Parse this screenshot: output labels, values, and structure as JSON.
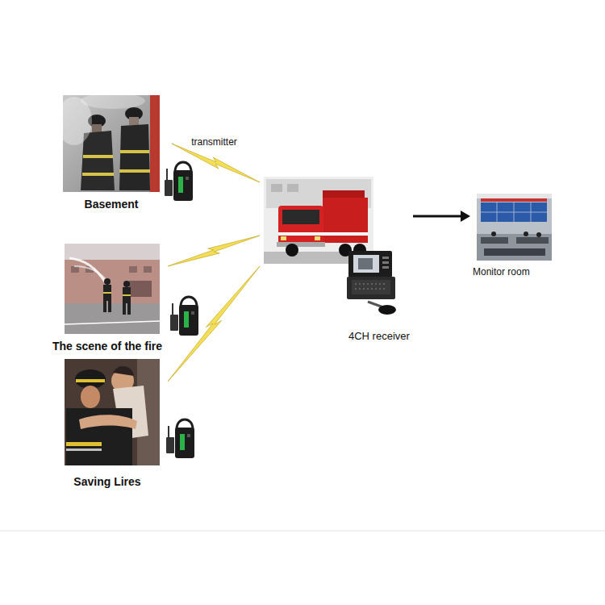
{
  "diagram": {
    "nodes": [
      {
        "text": [
          "Basement"
        ]
      },
      {
        "text": [
          "The scene of the fire"
        ]
      },
      {
        "text": [
          "Saving Lires"
        ]
      },
      {
        "text": [
          "4CH receiver"
        ]
      },
      {
        "text": [
          "Monitor room"
        ]
      }
    ],
    "edges": [
      {
        "from": 0,
        "to": 3,
        "label": "transmitter",
        "arrow": "none"
      },
      {
        "from": 1,
        "to": 3,
        "arrow": "none"
      },
      {
        "from": 2,
        "to": 3,
        "arrow": "none"
      },
      {
        "from": 3,
        "to": 4,
        "arrow": "to"
      }
    ]
  }
}
